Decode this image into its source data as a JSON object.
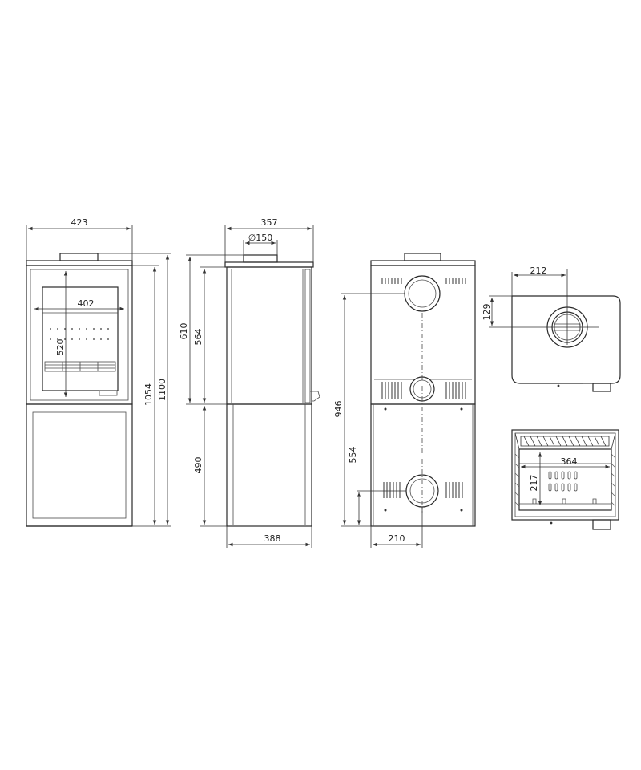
{
  "dimensions": {
    "front_width": "423",
    "firebox_width": "402",
    "firebox_height": "520",
    "total_height_stove": "1054",
    "total_height": "1100",
    "side_depth": "357",
    "flue_diameter": "∅150",
    "side_upper_height": "610",
    "side_upper_inner": "564",
    "side_lower_height": "490",
    "side_base_depth": "388",
    "rear_height_upper_outlet": "946",
    "rear_height_lower_outlet": "554",
    "rear_outlet_offset": "210",
    "top_flue_offset_x": "212",
    "top_flue_offset_y": "129",
    "section_width": "364",
    "section_height": "217"
  }
}
